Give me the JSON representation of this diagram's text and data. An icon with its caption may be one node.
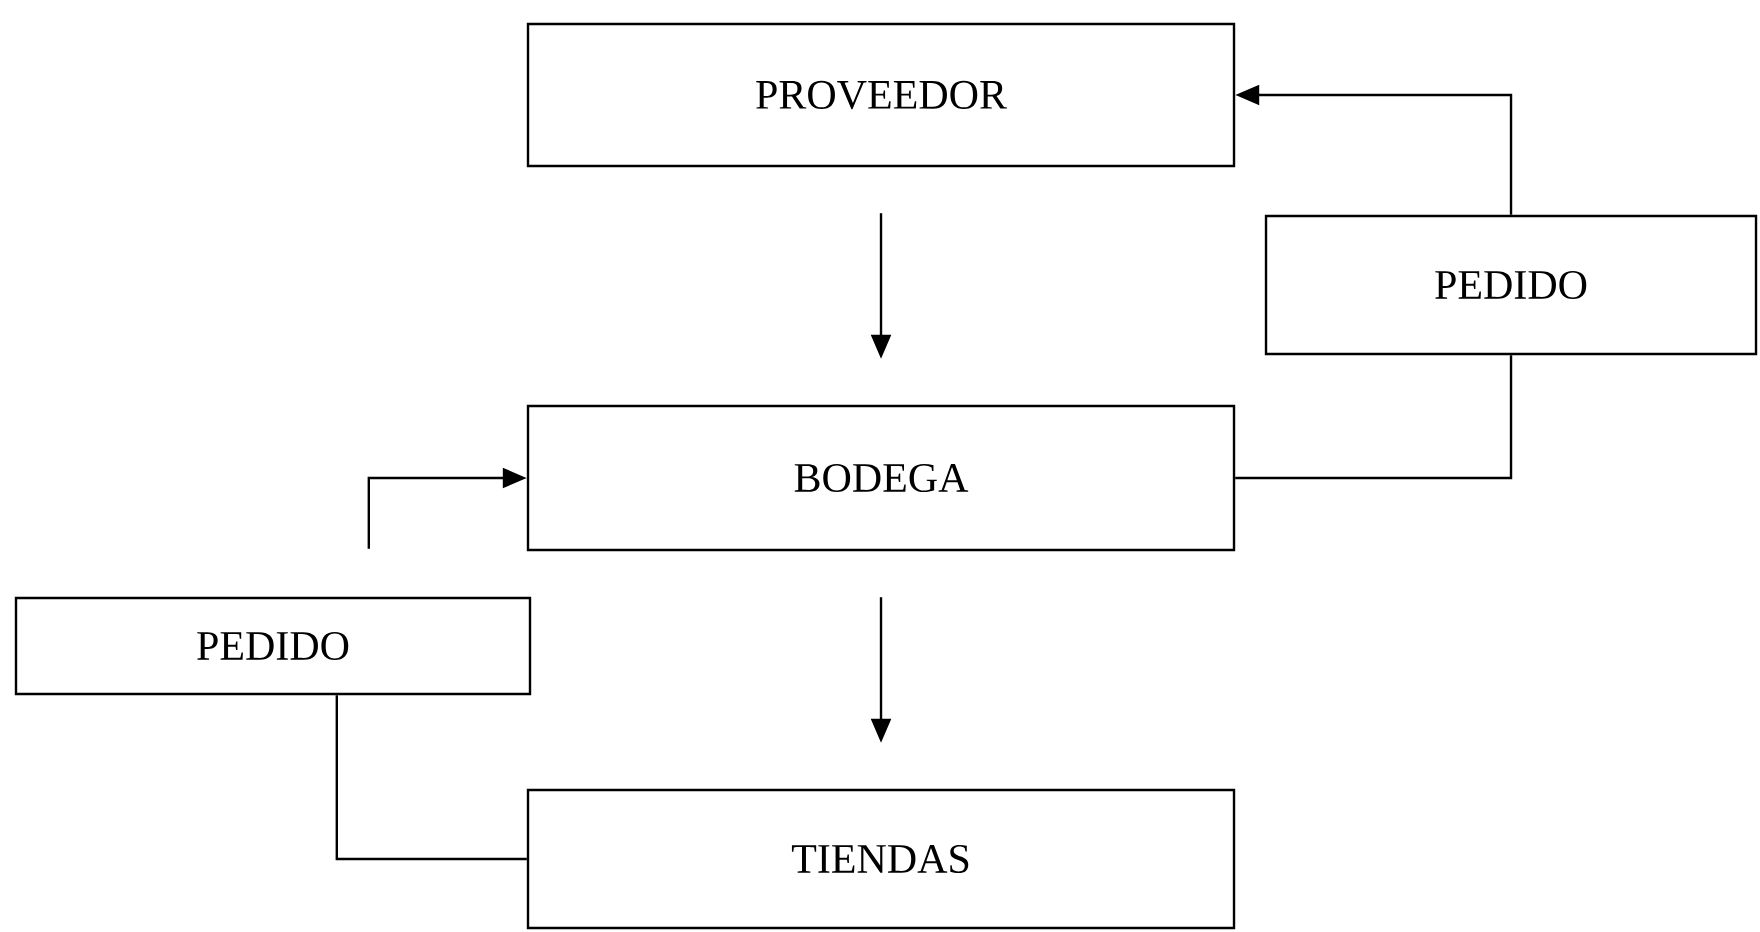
{
  "diagram": {
    "nodes": [
      {
        "text": [
          "PROVEEDOR"
        ]
      },
      {
        "text": [
          "PEDIDO"
        ]
      },
      {
        "text": [
          "BODEGA"
        ]
      },
      {
        "text": [
          "PEDIDO"
        ]
      },
      {
        "text": [
          "TIENDAS"
        ]
      }
    ],
    "edges": [
      {
        "from": 0,
        "to": 2,
        "arrow": "to"
      },
      {
        "from": 2,
        "to": 1,
        "arrow": "none"
      },
      {
        "from": 1,
        "to": 0,
        "arrow": "to"
      },
      {
        "from": 2,
        "to": 4,
        "arrow": "to"
      },
      {
        "from": 4,
        "to": 3,
        "arrow": "none"
      },
      {
        "from": 3,
        "to": 2,
        "arrow": "to"
      }
    ]
  }
}
